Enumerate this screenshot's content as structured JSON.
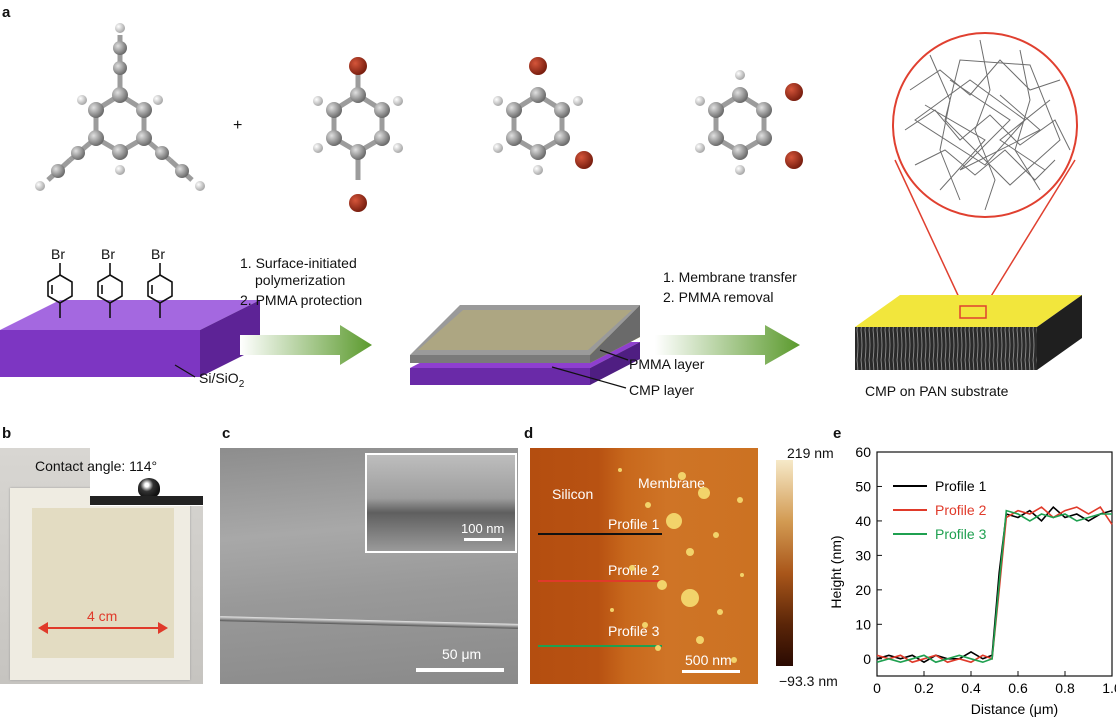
{
  "panel_labels": {
    "a": "a",
    "b": "b",
    "c": "c",
    "d": "d",
    "e": "e"
  },
  "top": {
    "plus": "+",
    "br_labels": [
      "Br",
      "Br",
      "Br"
    ],
    "step1_lines": [
      "1. Surface-initiated",
      "polymerization",
      "2. PMMA protection"
    ],
    "step2_lines": [
      "1. Membrane transfer",
      "2. PMMA removal"
    ],
    "substrate_label": "Si/SiO",
    "substrate_sub": "2",
    "pmma_layer": "PMMA layer",
    "cmp_layer": "CMP layer",
    "cmp_on_pan": "CMP on PAN substrate"
  },
  "panel_b": {
    "contact_angle": "Contact angle: 114°",
    "scale": "4 cm"
  },
  "panel_c": {
    "inset_scale": "100 nm",
    "scale": "50 μm"
  },
  "panel_d": {
    "silicon": "Silicon",
    "membrane": "Membrane",
    "profiles": [
      "Profile 1",
      "Profile 2",
      "Profile 3"
    ],
    "scale": "500 nm",
    "colorbar_max": "219 nm",
    "colorbar_min": "−93.3 nm"
  },
  "colors": {
    "profile1": "#000000",
    "profile2": "#e03a2a",
    "profile3": "#1fa050",
    "purple": "#8e3fcf",
    "yellow": "#f2e63c"
  },
  "chart_data": {
    "type": "line",
    "xlabel": "Distance (μm)",
    "ylabel": "Height (nm)",
    "xlim": [
      0,
      1.0
    ],
    "ylim": [
      -5,
      60
    ],
    "xticks": [
      "0",
      "0.2",
      "0.4",
      "0.6",
      "0.8",
      "1.0"
    ],
    "yticks": [
      "0",
      "10",
      "20",
      "30",
      "40",
      "50",
      "60"
    ],
    "legend_placement": "top-left",
    "series": [
      {
        "name": "Profile 1",
        "color": "#000000",
        "x": [
          0,
          0.05,
          0.1,
          0.15,
          0.2,
          0.25,
          0.3,
          0.35,
          0.4,
          0.45,
          0.49,
          0.52,
          0.55,
          0.6,
          0.65,
          0.7,
          0.75,
          0.8,
          0.85,
          0.9,
          0.95,
          1.0
        ],
        "y": [
          0,
          1,
          0,
          1,
          -1,
          1,
          0,
          0,
          2,
          0,
          1,
          25,
          42,
          41,
          43,
          40,
          44,
          41,
          42,
          40,
          42,
          43
        ]
      },
      {
        "name": "Profile 2",
        "color": "#e03a2a",
        "x": [
          0,
          0.05,
          0.1,
          0.15,
          0.2,
          0.25,
          0.3,
          0.35,
          0.4,
          0.45,
          0.49,
          0.52,
          0.55,
          0.6,
          0.65,
          0.7,
          0.75,
          0.8,
          0.85,
          0.9,
          0.95,
          1.0
        ],
        "y": [
          1,
          0,
          1,
          -1,
          0,
          1,
          -1,
          0,
          -1,
          1,
          0,
          20,
          41,
          43,
          42,
          44,
          41,
          43,
          44,
          42,
          44,
          39
        ]
      },
      {
        "name": "Profile 3",
        "color": "#1fa050",
        "x": [
          0,
          0.05,
          0.1,
          0.15,
          0.2,
          0.25,
          0.3,
          0.35,
          0.4,
          0.45,
          0.49,
          0.52,
          0.55,
          0.6,
          0.65,
          0.7,
          0.75,
          0.8,
          0.85,
          0.9,
          0.95,
          1.0
        ],
        "y": [
          -1,
          0,
          -1,
          0,
          1,
          -1,
          0,
          1,
          0,
          -1,
          0,
          22,
          43,
          42,
          40,
          42,
          41,
          42,
          40,
          41,
          42,
          42
        ]
      }
    ]
  }
}
